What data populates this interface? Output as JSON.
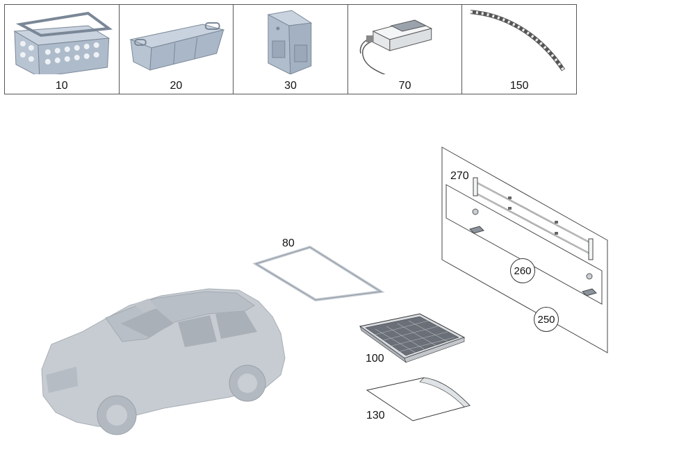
{
  "parts_strip": [
    {
      "number": "10",
      "icon": "folding-crate-icon"
    },
    {
      "number": "20",
      "icon": "storage-box-icon"
    },
    {
      "number": "30",
      "icon": "cool-bag-icon"
    },
    {
      "number": "70",
      "icon": "power-adapter-icon"
    },
    {
      "number": "150",
      "icon": "load-strap-icon"
    }
  ],
  "callouts": {
    "frame": "80",
    "tray": "100",
    "mat": "130",
    "rail": "270",
    "panel_inner": "260",
    "panel_outer": "250"
  },
  "colors": {
    "part_fill": "#b8c4d2",
    "part_stroke": "#7a8797",
    "border": "#555555"
  }
}
